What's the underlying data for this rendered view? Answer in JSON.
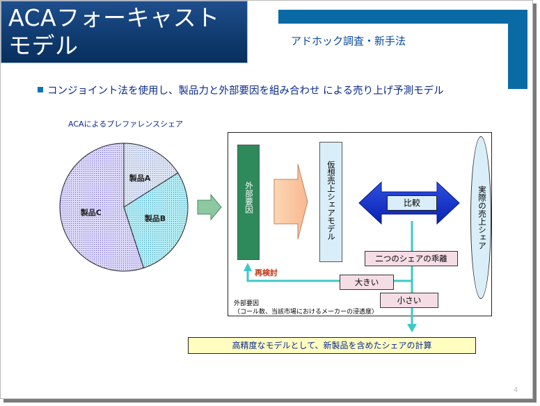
{
  "title": "ACAフォーキャストモデル",
  "title_lines": [
    "ACAフォーキャスト",
    "モデル"
  ],
  "header_label": "アドホック調査・新手法",
  "bullet": "コンジョイント法を使用し、製品力と外部要因を組み合わせ による売り上げ予測モデル",
  "pie": {
    "title": "ACAによるプレファレンスシェア",
    "slices": [
      {
        "label": "製品A",
        "share": 0.16,
        "color": "#c8d4ec"
      },
      {
        "label": "製品B",
        "share": 0.29,
        "color": "#9fe0ee"
      },
      {
        "label": "製品C",
        "share": 0.55,
        "color": "#c9c6f2"
      }
    ]
  },
  "diagram": {
    "external_factor": "外部要因",
    "virtual_share_model": "仮想売上シェアモデル",
    "compare": "比較",
    "actual_share": "実際の売上シェア",
    "gap": "二つのシェアの乖離",
    "large": "大きい",
    "small": "小さい",
    "recheck": "再検討",
    "note_line1": "外部要因",
    "note_line2": "（コール数、当該市場におけるメーカーの浸透度）"
  },
  "result": "高精度なモデルとして、新製品を含めたシェアの計算",
  "page_number": "4",
  "colors": {
    "title_bg": "#0f3a6e",
    "header_bar": "#0a6aa4",
    "external_box": "#2e8a5a",
    "cyan_line": "#3cc8c8",
    "compare_arrow": "#1030c8",
    "gap_boxes": "#f5dde6",
    "result_bg": "#fffdc0"
  }
}
